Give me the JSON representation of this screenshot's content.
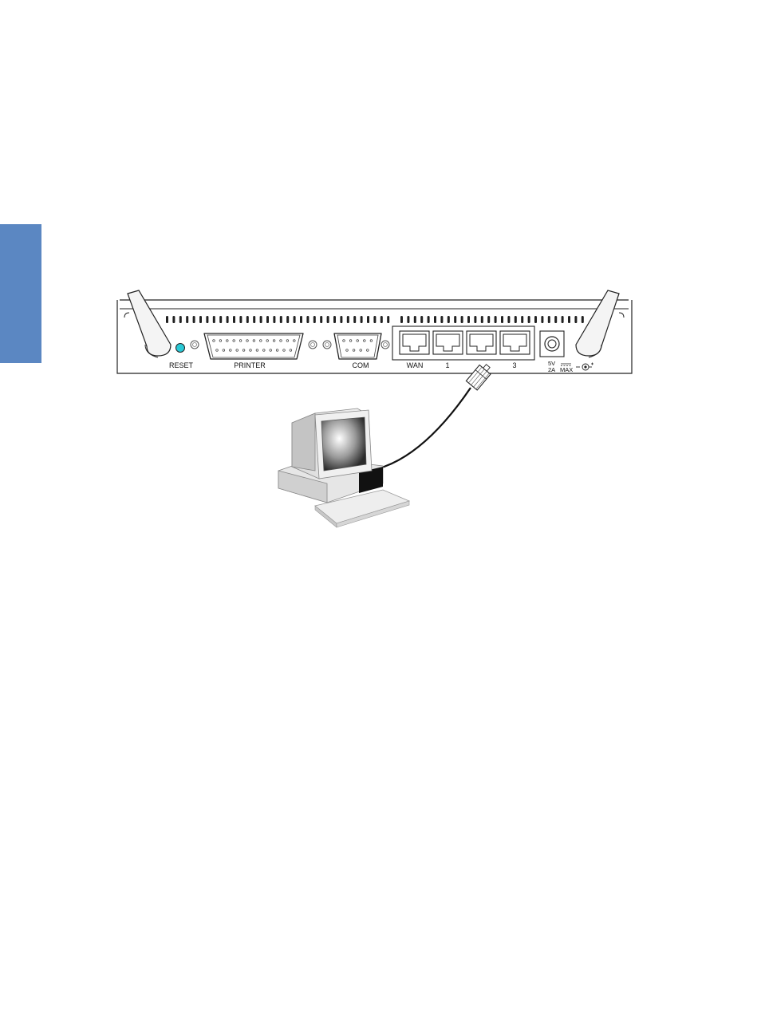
{
  "colors": {
    "side_tab": "#5b87c2",
    "reset_led": "#29c9d6",
    "outline": "#222222"
  },
  "router": {
    "ports": {
      "reset": "RESET",
      "printer": "PRINTER",
      "com": "COM",
      "wan": "WAN",
      "lan1": "1",
      "lan3": "3"
    },
    "power": {
      "voltage": "5V",
      "current": "2A",
      "max": "MAX"
    }
  },
  "icons": [
    "antenna-icon",
    "rj45-plug-icon",
    "desktop-computer-icon",
    "power-jack-icon"
  ]
}
